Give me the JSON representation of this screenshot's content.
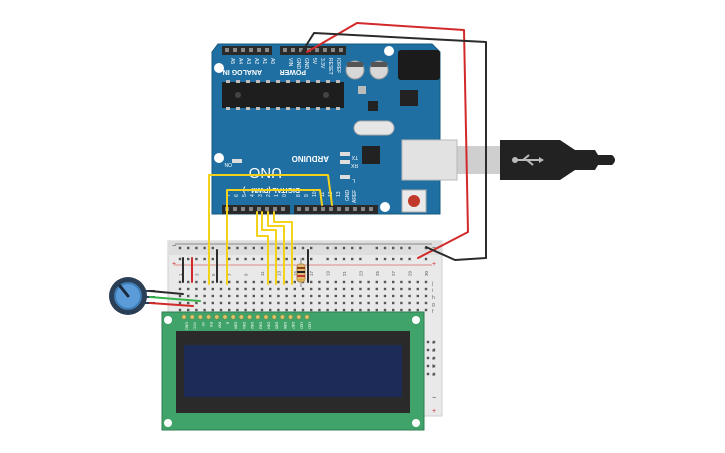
{
  "arduino": {
    "brand": "ARDUINO",
    "model": "UNO",
    "analog_in": "ANALOG IN",
    "power": "POWER",
    "digital": "DIGITAL (PWM ~)",
    "tx": "TX",
    "rx": "RX",
    "l_led": "L",
    "on_led": "ON",
    "aref": "AREF",
    "gnd": "GND",
    "analog_pins": [
      "A5",
      "A4",
      "A3",
      "A2",
      "A1",
      "A0"
    ],
    "power_pins": [
      "VIN",
      "GND",
      "GND",
      "5V",
      "3.3V",
      "RESET",
      "IOREF"
    ],
    "digital_pins_left": [
      "0",
      "1",
      "2",
      "3",
      "4",
      "5",
      "6",
      "7"
    ],
    "digital_pins_right": [
      "8",
      "9",
      "10",
      "11",
      "12",
      "13"
    ]
  },
  "breadboard": {
    "column_numbers": [
      "1",
      "3",
      "5",
      "7",
      "9",
      "11",
      "13",
      "15",
      "17",
      "19",
      "21",
      "23",
      "25",
      "27",
      "29",
      "30"
    ],
    "row_letters_right": [
      "j",
      "i",
      "h",
      "g",
      "f"
    ],
    "row_letters_right_bottom": [
      "e",
      "d",
      "c",
      "b",
      "a"
    ],
    "plus": "+",
    "minus": "−"
  },
  "lcd": {
    "pin_labels": [
      "GND",
      "VCC",
      "V0",
      "RS",
      "RW",
      "E",
      "DB0",
      "DB1",
      "DB2",
      "DB3",
      "DB4",
      "DB5",
      "DB6",
      "DB7",
      "LED",
      "LED"
    ]
  },
  "colors": {
    "arduino_board": "#1f6fa3",
    "breadboard": "#e9e9e9",
    "lcd_board": "#3fa36a",
    "lcd_screen": "#1c2b57",
    "wire_red": "#d22a2a",
    "wire_black": "#2b2b2b",
    "wire_yellow": "#f2d21b",
    "wire_green": "#36b34a",
    "usb_cable": "#222222"
  }
}
